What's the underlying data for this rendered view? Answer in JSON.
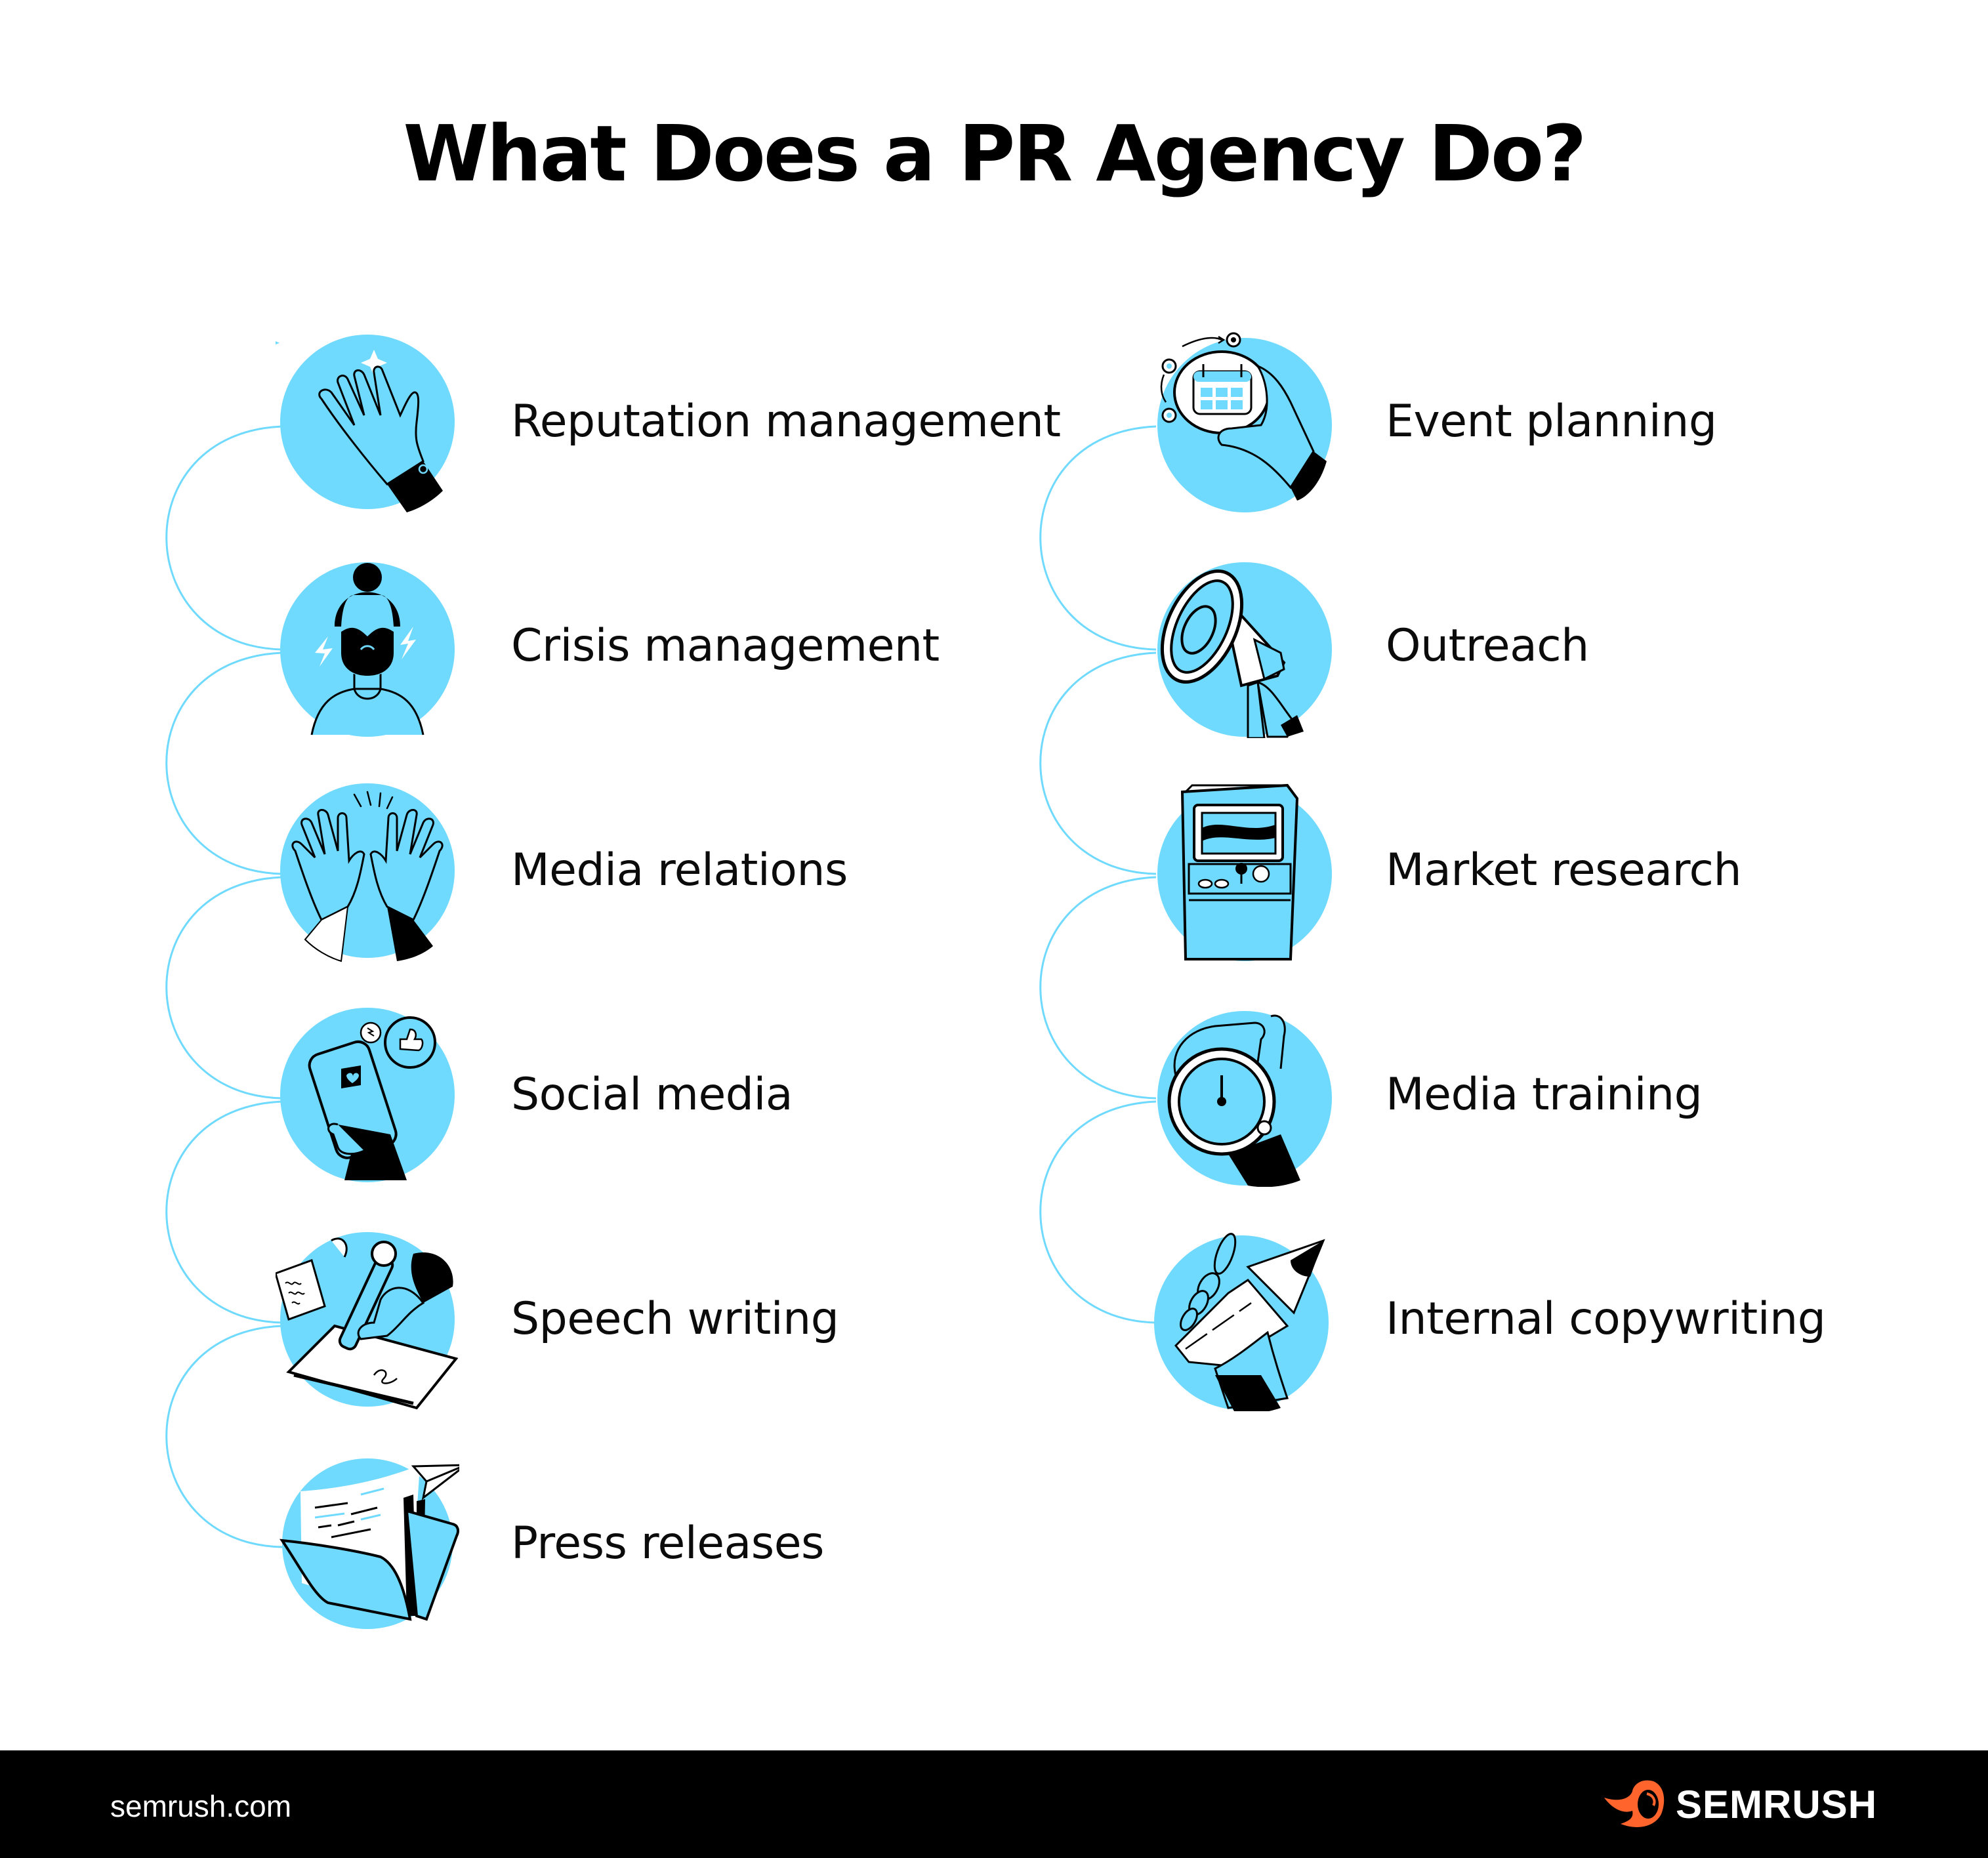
{
  "title": "What Does a PR Agency Do?",
  "colors": {
    "accent": "#6fdafe",
    "line": "#6fdafe",
    "ink": "#000000",
    "footer_bg": "#000000",
    "brand_orange": "#ff642d"
  },
  "left_column": {
    "items": [
      {
        "label": "Reputation management",
        "icon": "waving-hand-icon"
      },
      {
        "label": "Crisis management",
        "icon": "angry-bearded-man-icon"
      },
      {
        "label": "Media relations",
        "icon": "high-five-hands-icon"
      },
      {
        "label": "Social media",
        "icon": "phone-with-likes-icon"
      },
      {
        "label": "Speech writing",
        "icon": "hand-writing-notebook-icon"
      },
      {
        "label": "Press releases",
        "icon": "folder-paper-plane-icon"
      }
    ]
  },
  "right_column": {
    "items": [
      {
        "label": "Event planning",
        "icon": "hand-holding-calendar-icon"
      },
      {
        "label": "Outreach",
        "icon": "megaphone-icon"
      },
      {
        "label": "Market research",
        "icon": "arcade-machine-icon"
      },
      {
        "label": "Media training",
        "icon": "hand-stopwatch-icon"
      },
      {
        "label": "Internal copywriting",
        "icon": "hand-holding-pencil-icon"
      }
    ]
  },
  "footer": {
    "url": "semrush.com",
    "brand": "SEMRUSH"
  }
}
